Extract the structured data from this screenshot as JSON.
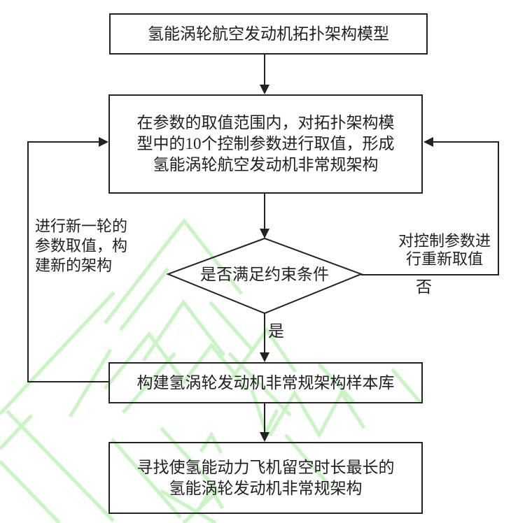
{
  "flowchart": {
    "nodes": {
      "box1": {
        "label": "氢能涡轮航空发动机拓扑架构模型"
      },
      "box2": {
        "label": "在参数的取值范围内，对拓扑架构模\n型中的10个控制参数进行取值，形成\n氢能涡轮航空发动机非常规架构"
      },
      "decision": {
        "label": "是否满足约束条件"
      },
      "box3": {
        "label": "构建氢涡轮发动机非常规架构样本库"
      },
      "box4": {
        "label": "寻找使氢能动力飞机留空时长最长的\n氢能涡轮发动机非常规架构"
      }
    },
    "edge_labels": {
      "yes": "是",
      "no": "否",
      "loop_left": "进行新一轮的\n参数取值，构\n建新的架构",
      "loop_right": "对控制参数进\n行重新取值"
    }
  },
  "colors": {
    "line": "#222222",
    "text": "#1f1f1f",
    "watermark": "#c9f4c3",
    "background": "#ffffff"
  }
}
